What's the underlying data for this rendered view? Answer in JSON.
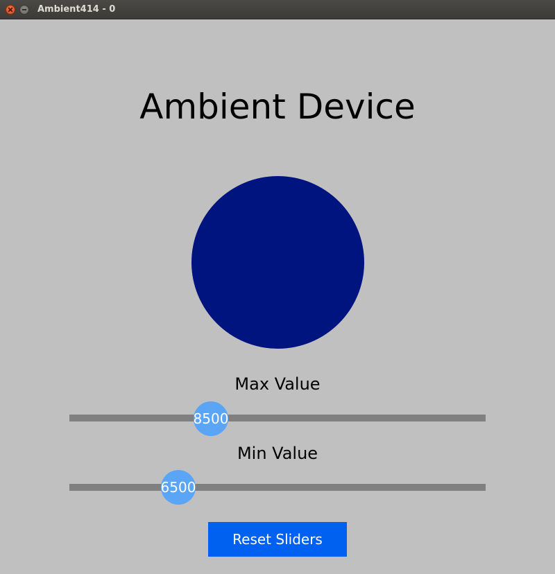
{
  "window": {
    "title": "Ambient414 - 0"
  },
  "app": {
    "heading": "Ambient Device"
  },
  "indicator": {
    "color": "#001480"
  },
  "sliders": {
    "max": {
      "label": "Max Value",
      "value": "8500"
    },
    "min": {
      "label": "Min Value",
      "value": "6500"
    }
  },
  "reset_button": {
    "label": "Reset Sliders",
    "color": "#0060f0"
  }
}
